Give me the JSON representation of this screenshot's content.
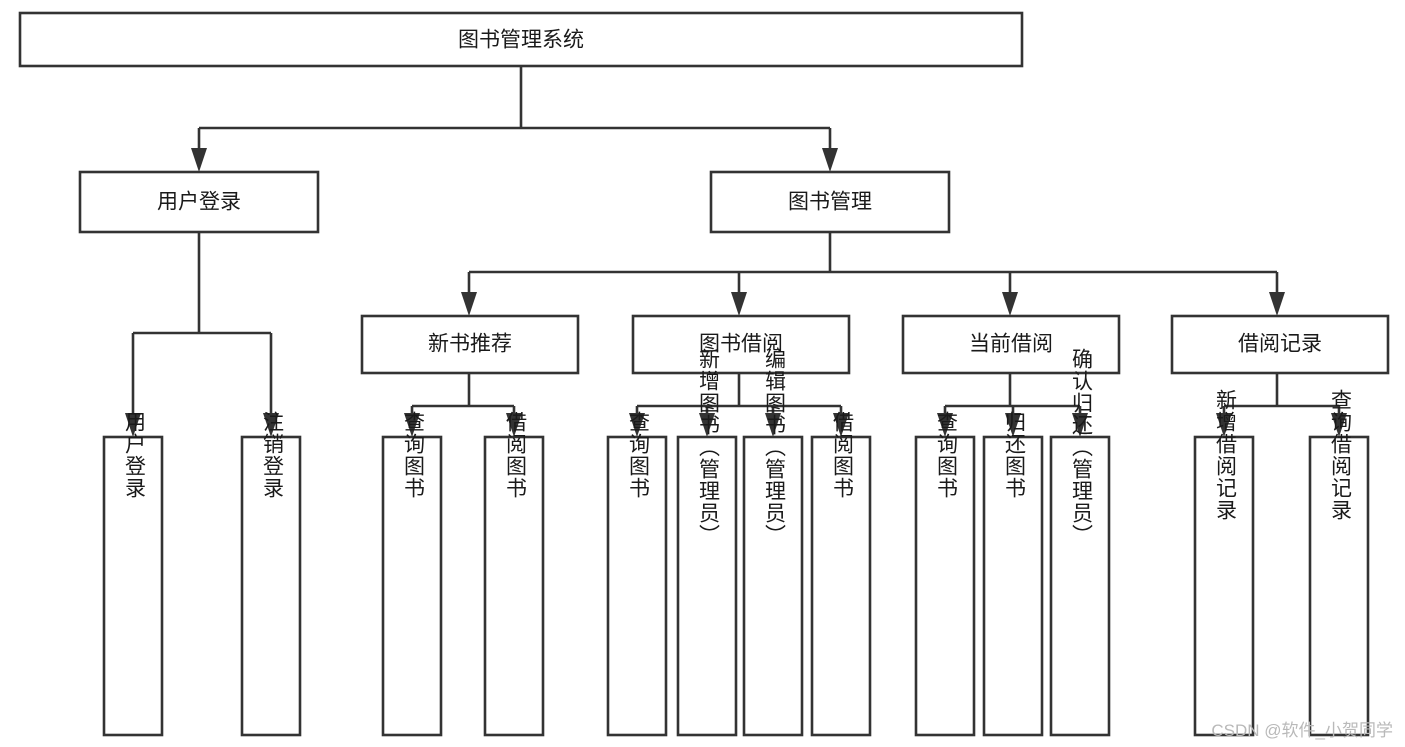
{
  "diagram": {
    "type": "tree-hierarchy-chart",
    "title": "图书管理系统",
    "watermark": "CSDN @软件_小贺同学",
    "colors": {
      "box_stroke": "#333333",
      "box_fill": "#ffffff",
      "text": "#1a1a1a",
      "connector": "#333333",
      "background": "#ffffff",
      "watermark": "#b9b9b9"
    },
    "levels": {
      "level1": [
        "图书管理系统"
      ],
      "level2": [
        "用户登录",
        "图书管理"
      ],
      "level3": [
        "新书推荐",
        "图书借阅",
        "当前借阅",
        "借阅记录"
      ],
      "level4": [
        "用户登录",
        "注销登录",
        "查询图书",
        "借阅图书",
        "查询图书",
        "新增图书（管理员）",
        "编辑图书（管理员）",
        "借阅图书",
        "查询图书",
        "归还图书",
        "确认归还（管理员）",
        "新增借阅记录",
        "查询借阅记录"
      ]
    },
    "root": {
      "id": "root",
      "label": "图书管理系统"
    },
    "branches": [
      {
        "id": "user-login",
        "label": "用户登录",
        "children": [
          {
            "id": "user-login-login",
            "label": "用户登录"
          },
          {
            "id": "user-login-logout",
            "label": "注销登录"
          }
        ]
      },
      {
        "id": "book-management",
        "label": "图书管理",
        "groups": [
          {
            "id": "new-book-recommend",
            "label": "新书推荐",
            "children": [
              {
                "id": "recommend-query-book",
                "label": "查询图书"
              },
              {
                "id": "recommend-borrow-book",
                "label": "借阅图书"
              }
            ]
          },
          {
            "id": "book-borrow",
            "label": "图书借阅",
            "children": [
              {
                "id": "borrow-query-book",
                "label": "查询图书"
              },
              {
                "id": "borrow-add-book",
                "label": "新增图书（管理员）"
              },
              {
                "id": "borrow-edit-book",
                "label": "编辑图书（管理员）"
              },
              {
                "id": "borrow-borrow-book",
                "label": "借阅图书"
              }
            ]
          },
          {
            "id": "current-borrow",
            "label": "当前借阅",
            "children": [
              {
                "id": "current-query-book",
                "label": "查询图书"
              },
              {
                "id": "current-return-book",
                "label": "归还图书"
              },
              {
                "id": "current-confirm-return",
                "label": "确认归还（管理员）"
              }
            ]
          },
          {
            "id": "borrow-record",
            "label": "借阅记录",
            "children": [
              {
                "id": "record-add",
                "label": "新增借阅记录"
              },
              {
                "id": "record-query",
                "label": "查询借阅记录"
              }
            ]
          }
        ]
      }
    ]
  }
}
